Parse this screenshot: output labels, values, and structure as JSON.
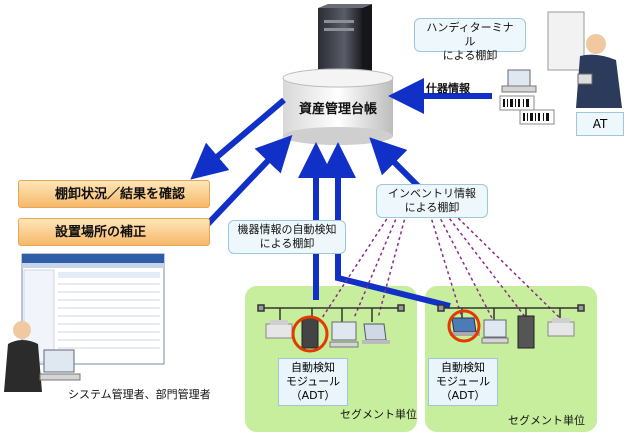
{
  "database_label": "資産管理台帳",
  "handy_terminal_callout": "ハンディターミナル\nによる棚卸",
  "fixture_info_label": "什器情報",
  "at_label": "AT",
  "inventory_callout": "インベントリ情報\nによる棚卸",
  "auto_detect_callout": "機器情報の自動検知\nによる棚卸",
  "actions": [
    "棚卸状況／結果を確認",
    "設置場所の補正"
  ],
  "admin_label": "システム管理者、部門管理者",
  "segments": [
    {
      "module_label": "自動検知\nモジュール\n（ADT）",
      "unit_label": "セグメント単位"
    },
    {
      "module_label": "自動検知\nモジュール\n（ADT）",
      "unit_label": "セグメント単位"
    }
  ],
  "colors": {
    "arrow": "#1030c8",
    "segment": "#c7ee9c",
    "callout_bg": "#eef7fb",
    "action_bg": "#f6b86b",
    "dotted_line": "#8a2a8a",
    "highlight_ring": "#e23a00"
  }
}
